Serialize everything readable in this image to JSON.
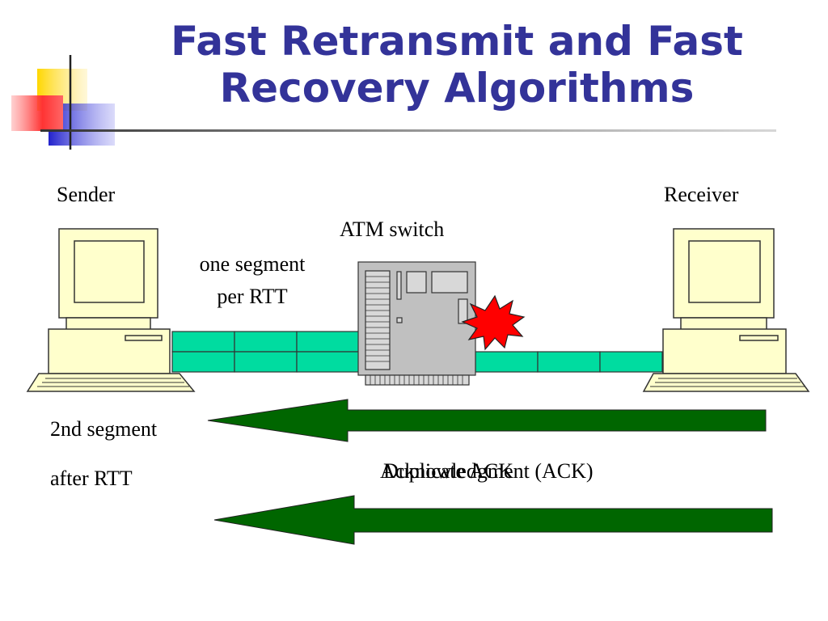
{
  "slide": {
    "title_line1": "Fast Retransmit and Fast",
    "title_line2": "Recovery Algorithms"
  },
  "labels": {
    "sender": "Sender",
    "receiver": "Receiver",
    "atm_switch": "ATM switch",
    "segment_rate_line1": "one segment",
    "segment_rate_line2": "per RTT",
    "second_segment_line1": "2nd segment",
    "second_segment_line2": "after RTT",
    "ack_primary": "Acknowledgment (ACK)",
    "ack_overlap": "Duplicate ACK"
  },
  "colors": {
    "title": "#333399",
    "segment_fill": "#00dca0",
    "arrow_fill": "#006600",
    "computer_body": "#ffffcc",
    "switch_body": "#c0c0c0",
    "loss_burst": "#ff0000",
    "logo_yellow": "#ffd700",
    "logo_red": "#ff4444",
    "logo_blue": "#3333cc"
  },
  "icons": {
    "sender": "desktop-computer-icon",
    "receiver": "desktop-computer-icon",
    "switch": "atm-switch-icon",
    "loss": "explosion-burst-icon"
  }
}
